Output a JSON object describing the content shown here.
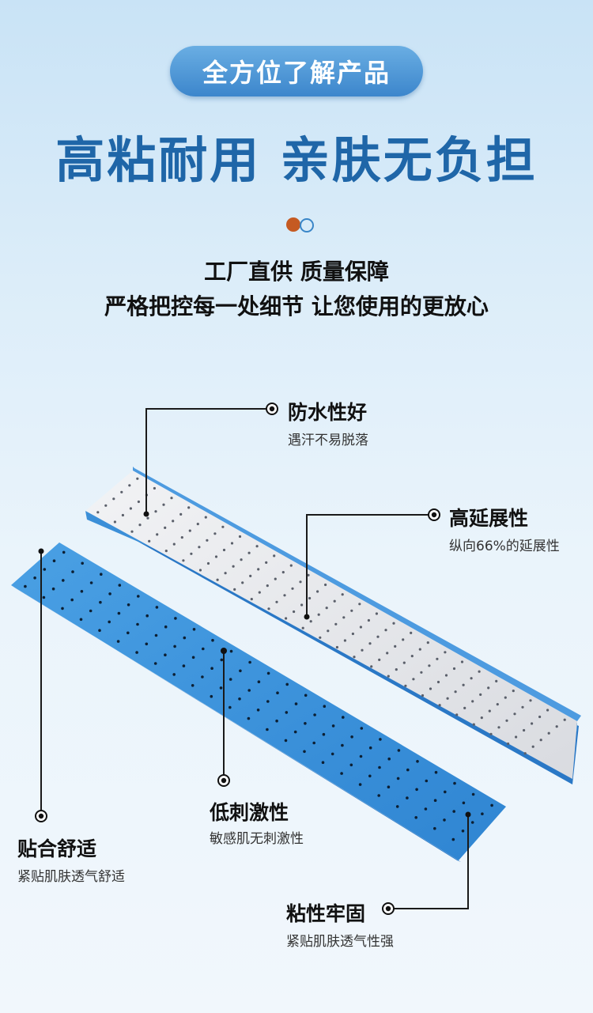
{
  "header": {
    "pill_label": "全方位了解产品",
    "headline": "高粘耐用 亲肤无负担",
    "subline1": "工厂直供 质量保障",
    "subline2": "严格把控每一处细节 让您使用的更放心"
  },
  "colors": {
    "headline": "#1f66a8",
    "pill": "#3c86cc",
    "accent_dot": "#c55a22",
    "tape_blue": "#3a8fd6",
    "tape_white": "#e6e7ea"
  },
  "callouts": [
    {
      "title": "防水性好",
      "desc": "遇汗不易脱落"
    },
    {
      "title": "高延展性",
      "desc": "纵向66%的延展性"
    },
    {
      "title": "低刺激性",
      "desc": "敏感肌无刺激性"
    },
    {
      "title": "贴合舒适",
      "desc": "紧贴肌肤透气舒适"
    },
    {
      "title": "粘性牢固",
      "desc": "紧贴肌肤透气性强"
    }
  ]
}
